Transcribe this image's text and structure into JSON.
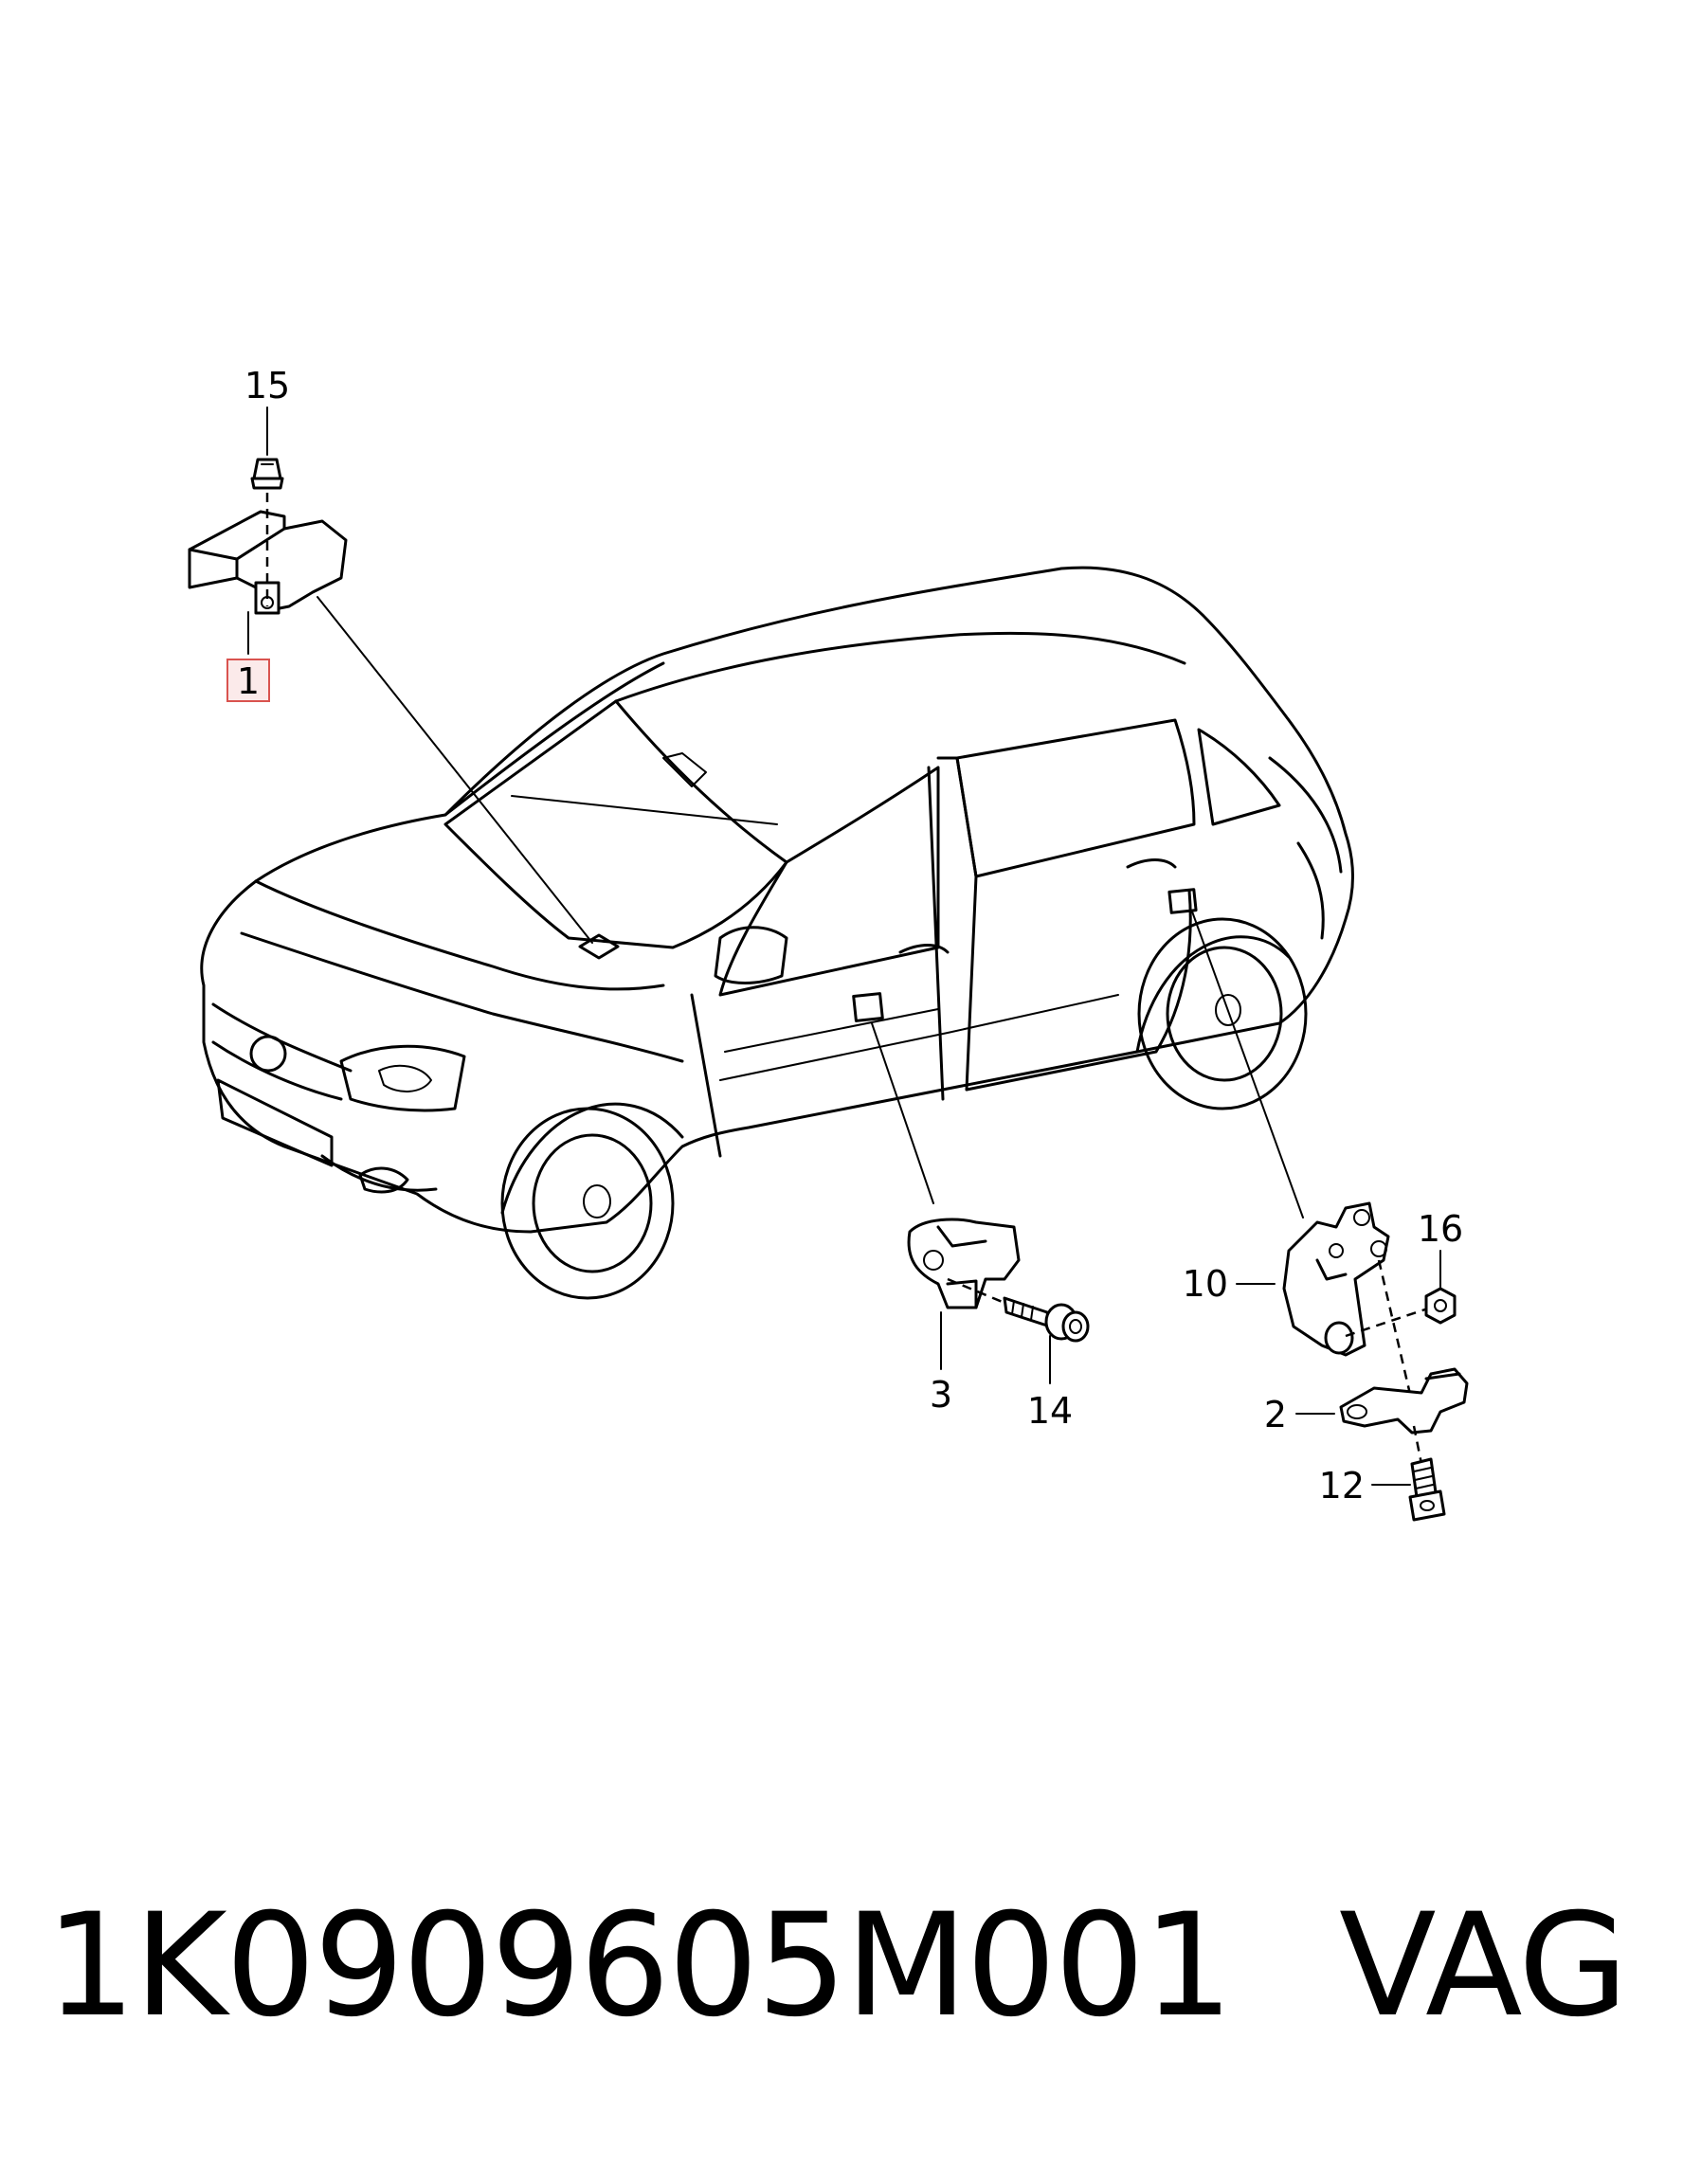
{
  "callouts": {
    "c1": "1",
    "c2": "2",
    "c3": "3",
    "c10": "10",
    "c12": "12",
    "c14": "14",
    "c15": "15",
    "c16": "16"
  },
  "highlight_color": "#d9534f",
  "footer": {
    "part_number": "1K0909605M001",
    "brand": "VAG"
  }
}
